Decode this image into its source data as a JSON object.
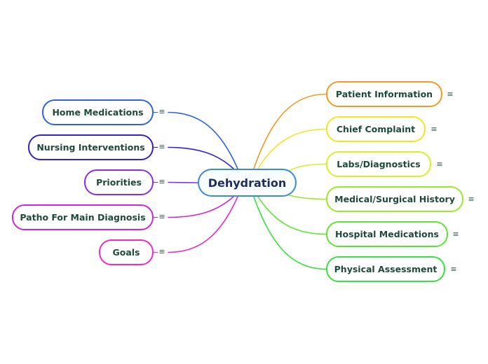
{
  "central": {
    "label": "Dehydration",
    "color": "#3b8bd0"
  },
  "notes_icon": "≡",
  "right_topics": [
    {
      "label": "Patient Information",
      "color": "#f29a26"
    },
    {
      "label": "Chief Complaint",
      "color": "#f5e41e"
    },
    {
      "label": "Labs/Diagnostics",
      "color": "#d6ef27"
    },
    {
      "label": "Medical/Surgical History",
      "color": "#98ea2a"
    },
    {
      "label": "Hospital Medications",
      "color": "#5be52e"
    },
    {
      "label": "Physical Assessment",
      "color": "#35e23f"
    }
  ],
  "left_topics": [
    {
      "label": "Home Medications",
      "color": "#2d63e0"
    },
    {
      "label": "Nursing Interventions",
      "color": "#3222c8"
    },
    {
      "label": "Priorities",
      "color": "#8a2ee0"
    },
    {
      "label": "Patho For Main Diagnosis",
      "color": "#cc28d6"
    },
    {
      "label": "Goals",
      "color": "#ef2ac8"
    }
  ]
}
